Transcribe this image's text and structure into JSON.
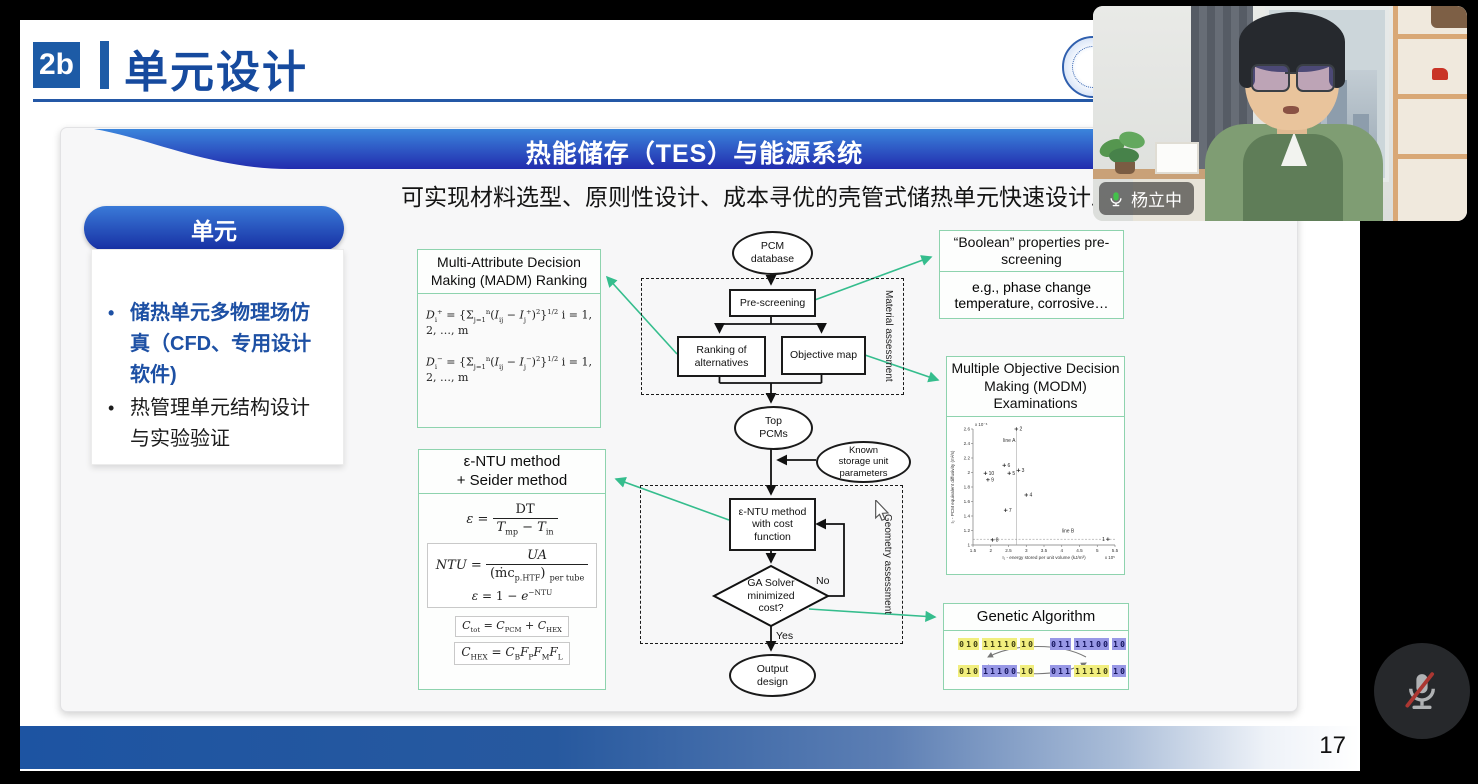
{
  "window": {
    "page_number": "17"
  },
  "header": {
    "badge": "2b",
    "title": "单元设计"
  },
  "banner": {
    "title": "热能储存（TES）与能源系统"
  },
  "subtitle": "可实现材料选型、原则性设计、成本寻优的壳管式储热单元快速设计工",
  "sidebar": {
    "button": "单元",
    "bullets": [
      {
        "text": "储热单元多物理场仿真（CFD、专用设计软件)",
        "highlight": true
      },
      {
        "text": "热管理单元结构设计与实验验证",
        "highlight": false
      }
    ]
  },
  "flowchart": {
    "pcm_database": "PCM\ndatabase",
    "pre_screening": "Pre-screening",
    "ranking": "Ranking of\nalternatives",
    "objective_map": "Objective map",
    "material_assessment": "Material assessment",
    "top_pcms": "Top\nPCMs",
    "known_params": "Known\nstorage unit\nparameters",
    "entu_node": "ε-NTU method\nwith cost\nfunction",
    "ga_solver": "GA Solver\nminimized\ncost?",
    "no_label": "No",
    "yes_label": "Yes",
    "output_design": "Output\ndesign",
    "geometry_assessment": "Geometry assessment"
  },
  "madm": {
    "title": "Multi-Attribute Decision Making (MADM) Ranking",
    "formulas": {
      "f1": [
        [
          "i",
          "D"
        ],
        [
          "s",
          "i"
        ],
        [
          "p",
          "+"
        ],
        [
          "t",
          " = {"
        ],
        [
          "t",
          "Σ"
        ],
        [
          "s",
          "j=1"
        ],
        [
          "p",
          "n"
        ],
        [
          "t",
          "("
        ],
        [
          "i",
          "I"
        ],
        [
          "s",
          "ij"
        ],
        [
          "t",
          " − "
        ],
        [
          "i",
          "I"
        ],
        [
          "s",
          "j"
        ],
        [
          "p",
          "+"
        ],
        [
          "t",
          ")"
        ],
        [
          "p",
          "2"
        ],
        [
          "t",
          "}"
        ],
        [
          "p",
          "1/2"
        ],
        [
          "t",
          "  i = 1, 2, …, m"
        ]
      ],
      "f2": [
        [
          "i",
          "D"
        ],
        [
          "s",
          "i"
        ],
        [
          "p",
          "−"
        ],
        [
          "t",
          " = {"
        ],
        [
          "t",
          "Σ"
        ],
        [
          "s",
          "j=1"
        ],
        [
          "p",
          "n"
        ],
        [
          "t",
          "("
        ],
        [
          "i",
          "I"
        ],
        [
          "s",
          "ij"
        ],
        [
          "t",
          " − "
        ],
        [
          "i",
          "I"
        ],
        [
          "s",
          "j"
        ],
        [
          "p",
          "−"
        ],
        [
          "t",
          ")"
        ],
        [
          "p",
          "2"
        ],
        [
          "t",
          "}"
        ],
        [
          "p",
          "1/2"
        ],
        [
          "t",
          "  i = 1, 2, …, m"
        ]
      ]
    }
  },
  "entu": {
    "title": "ε-NTU method\n+ Seider method",
    "formulas": {
      "e1": [
        [
          "i",
          "ε"
        ],
        [
          "t",
          " = "
        ],
        [
          "f",
          [
            [
              "t",
              "DT"
            ]
          ],
          [
            [
              "i",
              "T"
            ],
            [
              "s",
              "mp"
            ],
            [
              "t",
              " − "
            ],
            [
              "i",
              "T"
            ],
            [
              "s",
              "in"
            ]
          ]
        ]
      ],
      "e2": [
        [
          "i",
          "NTU"
        ],
        [
          "t",
          " = "
        ],
        [
          "f",
          [
            [
              "i",
              "UA"
            ]
          ],
          [
            [
              "t",
              "(ṁc"
            ],
            [
              "s",
              "p.HTF"
            ],
            [
              "t",
              ") "
            ],
            [
              "s",
              "per tube"
            ]
          ]
        ]
      ],
      "e3": [
        [
          "i",
          "ε"
        ],
        [
          "t",
          " = 1 − "
        ],
        [
          "i",
          "e"
        ],
        [
          "p",
          "−NTU"
        ]
      ],
      "e4": [
        [
          "i",
          "C"
        ],
        [
          "s",
          "tot"
        ],
        [
          "t",
          " = "
        ],
        [
          "i",
          "C"
        ],
        [
          "s",
          "PCM"
        ],
        [
          "t",
          " + "
        ],
        [
          "i",
          "C"
        ],
        [
          "s",
          "HEX"
        ]
      ],
      "e5": [
        [
          "i",
          "C"
        ],
        [
          "s",
          "HEX"
        ],
        [
          "t",
          " = "
        ],
        [
          "i",
          "C"
        ],
        [
          "s",
          "B"
        ],
        [
          "i",
          "F"
        ],
        [
          "s",
          "P"
        ],
        [
          "i",
          "F"
        ],
        [
          "s",
          "M"
        ],
        [
          "i",
          "F"
        ],
        [
          "s",
          "L"
        ]
      ]
    }
  },
  "boolean_box": {
    "title": "“Boolean” properties pre-screening",
    "content": "e.g., phase change temperature, corrosive…"
  },
  "modm": {
    "title": "Multiple Objective Decision Making (MODM) Examinations"
  },
  "ga": {
    "title": "Genetic Algorithm",
    "rows": [
      {
        "left": [
          {
            "bits": "010",
            "c": "y"
          },
          {
            "bits": "11110",
            "c": "y"
          },
          {
            "bits": "10",
            "c": "y"
          }
        ],
        "right": [
          {
            "bits": "011",
            "c": "b"
          },
          {
            "bits": "11100",
            "c": "b"
          },
          {
            "bits": "10",
            "c": "b"
          }
        ]
      },
      {
        "left": [
          {
            "bits": "010",
            "c": "y"
          },
          {
            "bits": "11100",
            "c": "b"
          },
          {
            "bits": "10",
            "c": "y"
          }
        ],
        "right": [
          {
            "bits": "011",
            "c": "b"
          },
          {
            "bits": "11110",
            "c": "y"
          },
          {
            "bits": "10",
            "c": "b"
          }
        ]
      }
    ]
  },
  "chart_data": {
    "type": "scatter",
    "title": "",
    "xlabel": "I₁ - energy stored per unit volume (kJ/m³)",
    "ylabel": "I₂ - PCM equivalent diffusivity (m²/s)",
    "x_scale_note": "x 10⁵",
    "y_scale_note": "x 10⁻⁶",
    "xlim": [
      1.5,
      5.5
    ],
    "ylim": [
      1,
      2.6
    ],
    "xticks": [
      1.5,
      2,
      2.5,
      3,
      3.5,
      4,
      4.5,
      5,
      5.5
    ],
    "yticks": [
      1,
      1.2,
      1.4,
      1.6,
      1.8,
      2,
      2.2,
      2.4,
      2.6
    ],
    "grid": false,
    "points": [
      {
        "label": "1",
        "x": 5.3,
        "y": 1.08
      },
      {
        "label": "2",
        "x": 2.72,
        "y": 2.6
      },
      {
        "label": "3",
        "x": 2.78,
        "y": 2.03
      },
      {
        "label": "4",
        "x": 3.0,
        "y": 1.69
      },
      {
        "label": "5",
        "x": 2.52,
        "y": 1.99
      },
      {
        "label": "6",
        "x": 2.38,
        "y": 2.1
      },
      {
        "label": "7",
        "x": 2.42,
        "y": 1.48
      },
      {
        "label": "8",
        "x": 2.05,
        "y": 1.07
      },
      {
        "label": "9",
        "x": 1.92,
        "y": 1.9
      },
      {
        "label": "10",
        "x": 1.85,
        "y": 1.99
      }
    ],
    "annotations": [
      {
        "text": "line A",
        "x": 2.35,
        "y": 2.42
      },
      {
        "text": "line B",
        "x": 4.0,
        "y": 1.17
      }
    ],
    "lines": [
      {
        "type": "vline",
        "x": 2.72
      },
      {
        "type": "hline",
        "y": 1.08
      }
    ]
  },
  "webcam": {
    "name": "杨立中"
  },
  "colors": {
    "accent_blue": "#164a9e",
    "banner_top": "#3177d2",
    "banner_bottom": "#2330a8",
    "green_arrow": "#35bd8d",
    "box_green_border": "#8ed3ae",
    "mute_red": "#ab3732"
  }
}
